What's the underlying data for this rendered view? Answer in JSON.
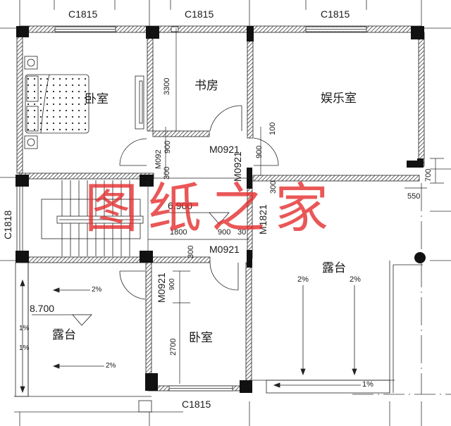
{
  "drawing": {
    "type": "floor plan",
    "rooms": {
      "bedroom_top": "卧室",
      "study": "书房",
      "entertainment": "娱乐室",
      "terrace_left": "露台",
      "terrace_right": "露台",
      "bedroom_bottom": "卧室"
    },
    "windows": {
      "top_left": "C1815",
      "top_middle": "C1815",
      "top_right": "C1815",
      "bottom": "C1815",
      "left_side": "C1818"
    },
    "doors": {
      "study_door": "M0921",
      "bedroom_top_door": "M092",
      "entertainment_door": "M0921",
      "hall_door": "M0921",
      "bedroom_bottom_door": "M0921",
      "terrace_door": "M1821"
    },
    "dimensions": {
      "study_height": "3300",
      "d100": "100",
      "d900_a": "900",
      "d900_b": "900",
      "d300_a": "300",
      "d300_b": "300",
      "d1800": "1800",
      "d900_c": "900",
      "d300_c": "30",
      "d300_d": "300",
      "d900_d": "900",
      "d2700": "2700",
      "d550": "550",
      "d700": "700"
    },
    "elevations": {
      "hall": "6.900",
      "terrace": "8.700"
    },
    "slopes": {
      "left_top": "2%",
      "left_bottom": "2%",
      "left_side_1": "1%",
      "left_side_2": "1%",
      "right_a": "2%",
      "right_b": "2%",
      "right_gutter": "1%"
    },
    "watermark": "图纸之家",
    "colors": {
      "line": "#1a1a1a",
      "wall_fill": "#ffffff",
      "column": "#111111",
      "watermark": "#e42828"
    }
  }
}
